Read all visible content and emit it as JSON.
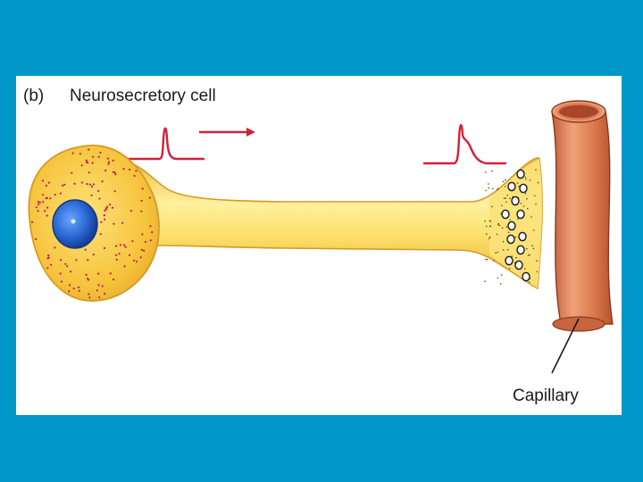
{
  "figure": {
    "panel_letter": "(b)",
    "title": "Neurosecretory cell",
    "capillary_label": "Capillary"
  },
  "colors": {
    "background": "#0096c8",
    "panel": "#ffffff",
    "cell_body": "#f5c43a",
    "axon": "#f7d64c",
    "nucleus": "#1f5fc8",
    "capillary": "#d97b4f",
    "signal_line": "#d41f3c",
    "granule_dots": "#c2185b"
  },
  "icons": {
    "soma": "neuron-cell-body",
    "nucleus": "cell-nucleus",
    "axon": "axon-shaft",
    "terminal": "axon-terminal",
    "vesicles": "secretory-vesicles",
    "capillary": "blood-capillary-tube",
    "direction": "right-arrow"
  }
}
